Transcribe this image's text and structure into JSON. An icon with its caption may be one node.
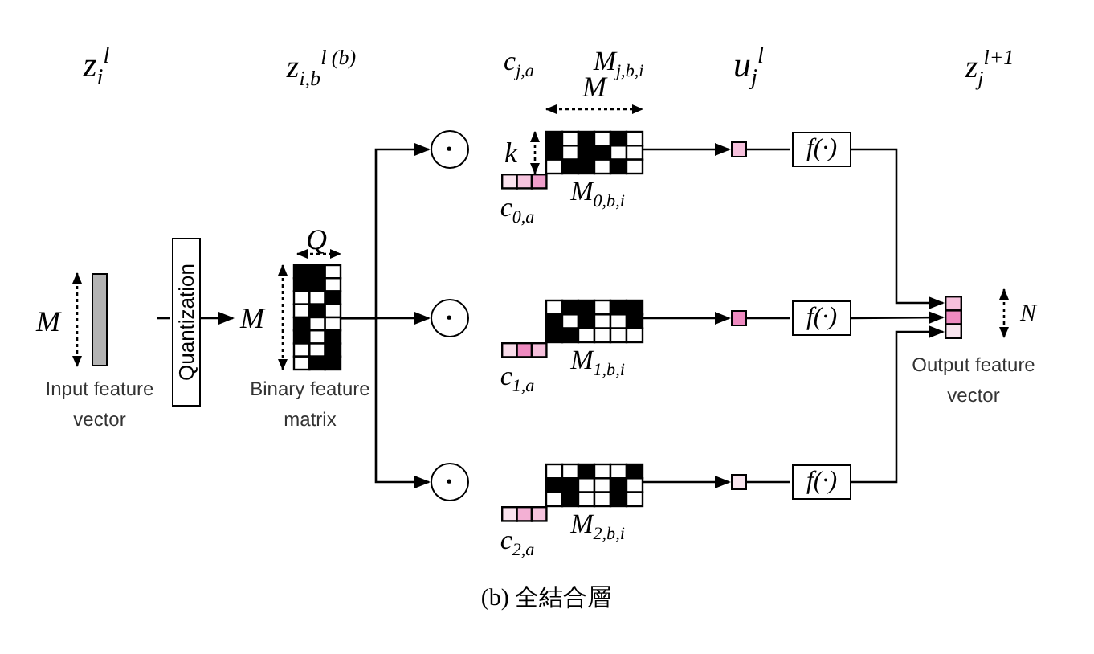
{
  "diagram": {
    "caption": "(b) 全結合層",
    "nodes": [
      {
        "text": [],
        "shape": "bar",
        "beside": [
          "Input feature vector"
        ]
      },
      {
        "text": [
          "Quantization"
        ]
      },
      {
        "text": [],
        "shape": "picture",
        "beside": [
          "Binary feature matrix",
          "Q",
          "M"
        ]
      },
      {
        "text": [],
        "shape": "circle"
      },
      {
        "text": [],
        "shape": "circle"
      },
      {
        "text": [],
        "shape": "circle"
      },
      {
        "text": [],
        "shape": "picture",
        "beside": [
          "c$_{0,a}$",
          "M$_{0,b,i}$"
        ]
      },
      {
        "text": [],
        "shape": "picture",
        "beside": [
          "c$_{1,a}$",
          "M$_{1,b,i}$"
        ]
      },
      {
        "text": [],
        "shape": "picture",
        "beside": [
          "c$_{2,a}$",
          "M$_{2,b,i}$"
        ]
      },
      {
        "text": [],
        "shape": "box"
      },
      {
        "text": [],
        "shape": "box"
      },
      {
        "text": [],
        "shape": "box"
      },
      {
        "text": [
          "f(·)"
        ]
      },
      {
        "text": [
          "f(·)"
        ]
      },
      {
        "text": [
          "f(·)"
        ]
      },
      {
        "text": [],
        "shape": "bar",
        "beside": [
          "Output feature vector"
        ]
      }
    ],
    "edges": [
      {
        "from": null,
        "to": 1,
        "arrow": "none"
      },
      {
        "from": 1,
        "to": 2,
        "arrow": "to"
      },
      {
        "from": 2,
        "to": 3,
        "arrow": "to"
      },
      {
        "from": 2,
        "to": 4,
        "arrow": "to"
      },
      {
        "from": 2,
        "to": 5,
        "arrow": "to"
      },
      {
        "from": 6,
        "to": 9,
        "arrow": "to"
      },
      {
        "from": 7,
        "to": 10,
        "arrow": "to"
      },
      {
        "from": 8,
        "to": 11,
        "arrow": "to"
      },
      {
        "from": 9,
        "to": 12,
        "arrow": "none"
      },
      {
        "from": 10,
        "to": 13,
        "arrow": "none"
      },
      {
        "from": 11,
        "to": 14,
        "arrow": "none"
      },
      {
        "from": 12,
        "to": 15,
        "arrow": "to"
      },
      {
        "from": 13,
        "to": 15,
        "arrow": "to"
      },
      {
        "from": 14,
        "to": 15,
        "arrow": "to"
      }
    ],
    "labels": [
      "z$_{i}$$^{l}$",
      "z$_{i,b}$$^{l (b)}$",
      "c$_{j,a}$",
      "M$_{j,b,i}$",
      "u$_{j}$$^{l}$",
      "z$_{j}$$^{l+1}$",
      "M",
      "k",
      "M",
      "N"
    ]
  }
}
